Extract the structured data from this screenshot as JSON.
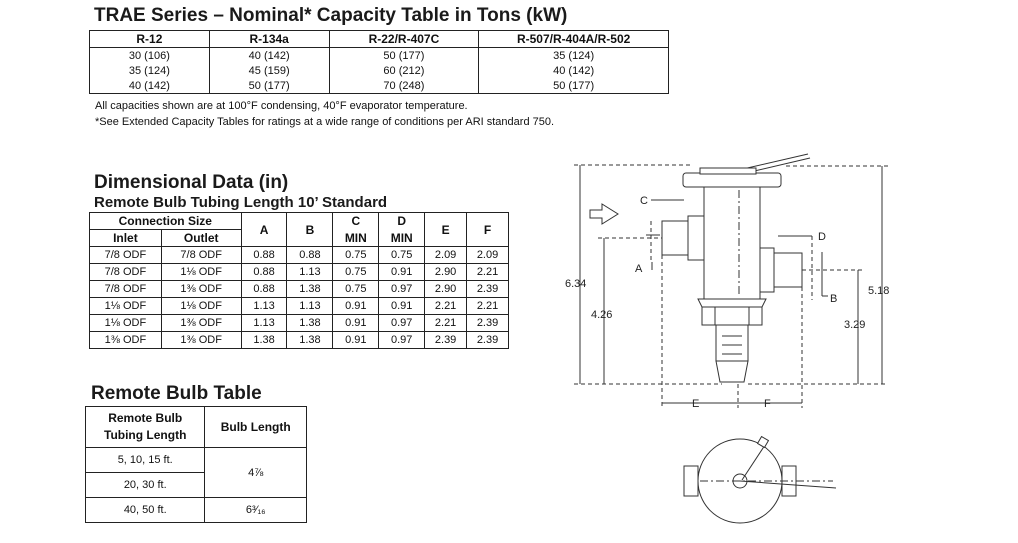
{
  "capacity": {
    "title": "TRAE Series – Nominal* Capacity Table in Tons (kW)",
    "headers": [
      "R-12",
      "R-134a",
      "R-22/R-407C",
      "R-507/R-404A/R-502"
    ],
    "rows": [
      [
        "30 (106)",
        "40 (142)",
        "50 (177)",
        "35 (124)"
      ],
      [
        "35 (124)",
        "45 (159)",
        "60 (212)",
        "40 (142)"
      ],
      [
        "40 (142)",
        "50 (177)",
        "70 (248)",
        "50 (177)"
      ]
    ],
    "note1": "All capacities shown are at 100°F condensing, 40°F evaporator temperature.",
    "note2": "*See Extended Capacity Tables for ratings at a wide range of conditions per ARI standard 750."
  },
  "dimensional": {
    "title": "Dimensional Data (in)",
    "subtitle": "Remote Bulb Tubing Length 10’ Standard",
    "group_header": "Connection Size",
    "inlet_header": "Inlet",
    "outlet_header": "Outlet",
    "col_a": "A",
    "col_b": "B",
    "col_c": "C",
    "col_c_sub": "MIN",
    "col_d": "D",
    "col_d_sub": "MIN",
    "col_e": "E",
    "col_f": "F",
    "rows": [
      [
        "7/8 ODF",
        "7/8 ODF",
        "0.88",
        "0.88",
        "0.75",
        "0.75",
        "2.09",
        "2.09"
      ],
      [
        "7/8 ODF",
        "1⅛ ODF",
        "0.88",
        "1.13",
        "0.75",
        "0.91",
        "2.90",
        "2.21"
      ],
      [
        "7/8 ODF",
        "1⅜ ODF",
        "0.88",
        "1.38",
        "0.75",
        "0.97",
        "2.90",
        "2.39"
      ],
      [
        "1⅛ ODF",
        "1⅛ ODF",
        "1.13",
        "1.13",
        "0.91",
        "0.91",
        "2.21",
        "2.21"
      ],
      [
        "1⅛ ODF",
        "1⅜ ODF",
        "1.13",
        "1.38",
        "0.91",
        "0.97",
        "2.21",
        "2.39"
      ],
      [
        "1⅜ ODF",
        "1⅜ ODF",
        "1.38",
        "1.38",
        "0.91",
        "0.97",
        "2.39",
        "2.39"
      ]
    ]
  },
  "bulb": {
    "title": "Remote Bulb Table",
    "header_line1": "Remote Bulb",
    "header_line2": "Tubing Length",
    "header_length": "Bulb Length",
    "rows": [
      {
        "tubing": "5, 10, 15 ft.",
        "length": "4⅞"
      },
      {
        "tubing": "20, 30 ft.",
        "length": ""
      },
      {
        "tubing": "40, 50 ft.",
        "length": "6³⁄₁₆"
      }
    ]
  },
  "drawing": {
    "labels": {
      "a": "A",
      "b": "B",
      "c": "C",
      "d": "D",
      "e": "E",
      "f": "F",
      "h_634": "6.34",
      "h_426": "4.26",
      "h_518": "5.18",
      "h_329": "3.29"
    }
  }
}
